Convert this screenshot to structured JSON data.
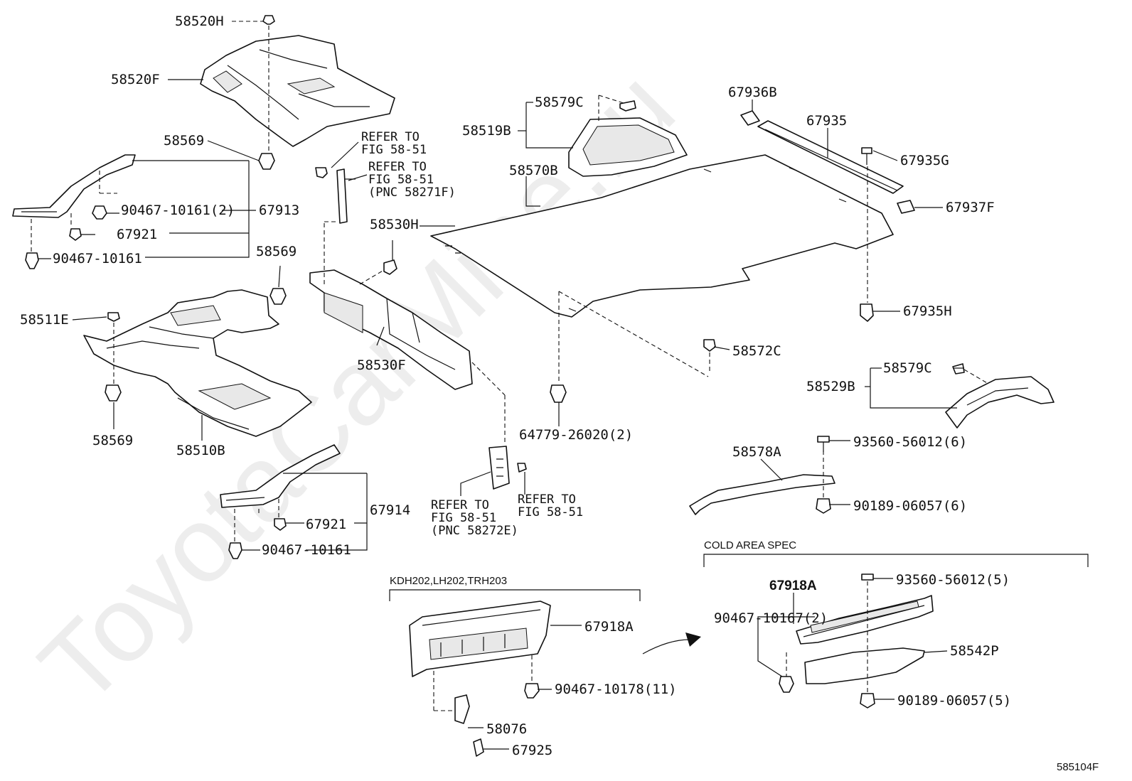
{
  "watermark": "ToyotaCarMine.ru",
  "diagram_code": "585104F",
  "labels": {
    "l_58520H": "58520H",
    "l_58520F": "58520F",
    "l_58569_a": "58569",
    "l_67913": "67913",
    "l_90467_10161_2": "90467-10161(2)",
    "l_67921_a": "67921",
    "l_90467_10161_a": "90467-10161",
    "l_58569_b": "58569",
    "l_58511E": "58511E",
    "l_58569_c": "58569",
    "l_58510B": "58510B",
    "l_58530H": "58530H",
    "l_58530F": "58530F",
    "l_67914": "67914",
    "l_67921_b": "67921",
    "l_90467_10161_b": "90467-10161",
    "l_58579C_a": "58579C",
    "l_58519B": "58519B",
    "l_58570B": "58570B",
    "l_64779_26020_2": "64779-26020(2)",
    "l_58572C": "58572C",
    "l_67936B": "67936B",
    "l_67935": "67935",
    "l_67935G": "67935G",
    "l_67937F": "67937F",
    "l_67935H": "67935H",
    "l_58579C_b": "58579C",
    "l_58529B": "58529B",
    "l_58578A": "58578A",
    "l_93560_56012_6": "93560-56012(6)",
    "l_90189_06057_6": "90189-06057(6)",
    "l_67918A_a": "67918A",
    "l_90467_10178_11": "90467-10178(11)",
    "l_58076": "58076",
    "l_67925": "67925",
    "l_67918A_b": "67918A",
    "l_93560_56012_5": "93560-56012(5)",
    "l_90467_10167_2": "90467-10167(2)",
    "l_58542P": "58542P",
    "l_90189_06057_5": "90189-06057(5)"
  },
  "refer_notes": {
    "r1_line1": "REFER TO",
    "r1_line2": "FIG 58-51",
    "r2_line1": "REFER TO",
    "r2_line2": "FIG 58-51",
    "r2_line3": "(PNC 58271F)",
    "r3_line1": "REFER TO",
    "r3_line2": "FIG 58-51",
    "r3_line3": "(PNC 58272E)",
    "r4_line1": "REFER TO",
    "r4_line2": "FIG 58-51"
  },
  "groups": {
    "model_group": "KDH202,LH202,TRH203",
    "cold_area_group": "COLD AREA SPEC"
  }
}
